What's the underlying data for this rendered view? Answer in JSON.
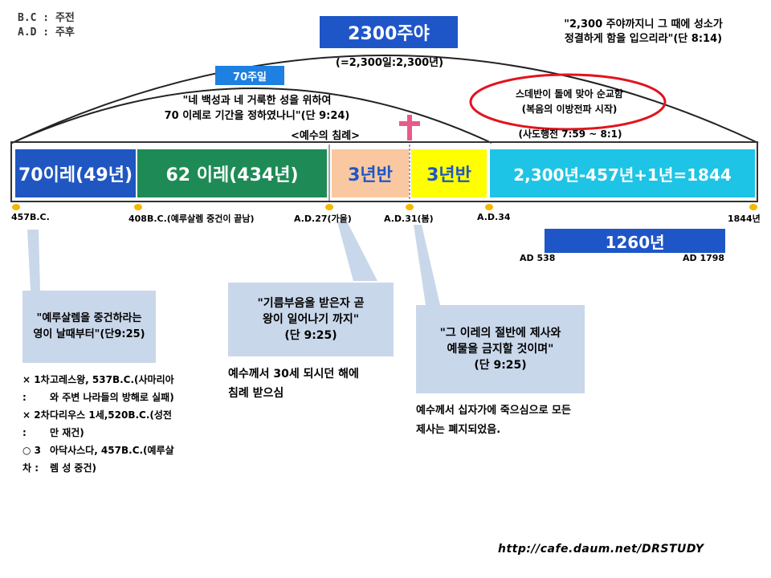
{
  "legend": {
    "bc": "B.C : 주전",
    "ad": "A.D : 주후"
  },
  "title": "2300주야",
  "subtitle": "(=2,300일:2,300년)",
  "quote_right": {
    "line1": "\"2,300 주야까지니 그 때에 성소가",
    "line2": "정결하게 함을 입으리라\"(단 8:14)"
  },
  "weeks70": "70주일",
  "quote_mid": {
    "line1": "\"네 백성과 네 거룩한 성을 위하여",
    "line2": "70 이레로 기간을 정하였나니\"(단 9:24)"
  },
  "baptism": "<예수의 침례>",
  "stephen": {
    "line1": "스데반이 돌에 맞아 순교함",
    "line2": "(복음의 이방전파 시작)"
  },
  "acts": "(사도행전 7:59 ~ 8:1)",
  "segments": [
    {
      "label": "70이레(49년)",
      "color": "#1f56c2",
      "text_color": "#ffffff"
    },
    {
      "label": "62 이레(434년)",
      "color": "#1e8b56",
      "text_color": "#ffffff"
    },
    {
      "label": "3년반",
      "color": "#f9c8a0",
      "text_color": "#1e56c8"
    },
    {
      "label": "3년반",
      "color": "#ffff00",
      "text_color": "#1e56c8"
    },
    {
      "label": "2,300년-457년+1년=1844",
      "color": "#1ec4e6",
      "text_color": "#ffffff"
    }
  ],
  "ticks": [
    "457B.C.",
    "408B.C.(예루살렘 중건이 끝남)",
    "A.D.27(가을)",
    "A.D.31(봄)",
    "A.D.34",
    "1844년"
  ],
  "bar1260": {
    "label": "1260년",
    "start": "AD 538",
    "end": "AD 1798"
  },
  "callout1": {
    "line1": "\"예루살렘을 중건하라는",
    "line2": "영이 날때부터\"(단9:25)"
  },
  "list": [
    {
      "mark": "× 1차 :",
      "text": "고레스왕, 537B.C.(사마리아와 주변 나라들의 방해로 실패)"
    },
    {
      "mark": "× 2차 :",
      "text": "다리우스 1세,520B.C.(성전만 재건)"
    },
    {
      "mark": "○ 3차 :",
      "text": "아닥사스다, 457B.C.(예루살렘 성 중건)"
    }
  ],
  "callout2": {
    "line1": "\"기름부음을 받은자 곧",
    "line2": "왕이 일어나기 까지\"",
    "line3": "(단 9:25)"
  },
  "note2": {
    "line1": "예수께서 30세 되시던 해에",
    "line2": "침례 받으심"
  },
  "callout3": {
    "line1": "\"그 이레의 절반에 제사와",
    "line2": "예물을 금지할 것이며\"",
    "line3": "(단 9:25)"
  },
  "note3": {
    "line1": "예수께서 십자가에 죽으심으로 모든",
    "line2": "제사는 폐지되었음."
  },
  "url": "http://cafe.daum.net/DRSTUDY",
  "colors": {
    "arc": "#222222",
    "circle": "#e0141e",
    "cross": "#e85a8a",
    "callout_bg": "#c9d7ea"
  }
}
